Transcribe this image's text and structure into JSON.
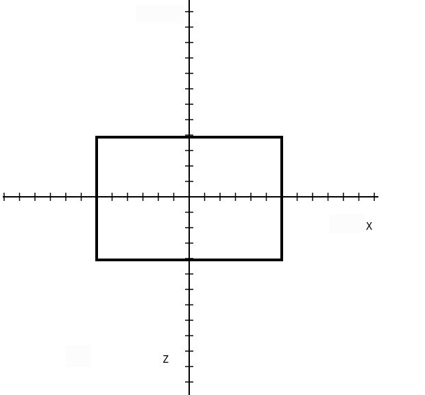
{
  "diagram": {
    "x_axis_label": "X",
    "z_axis_label": "Z",
    "shape": "rectangle",
    "colors": {
      "background": "#ffffff",
      "stroke": "#000000"
    }
  }
}
